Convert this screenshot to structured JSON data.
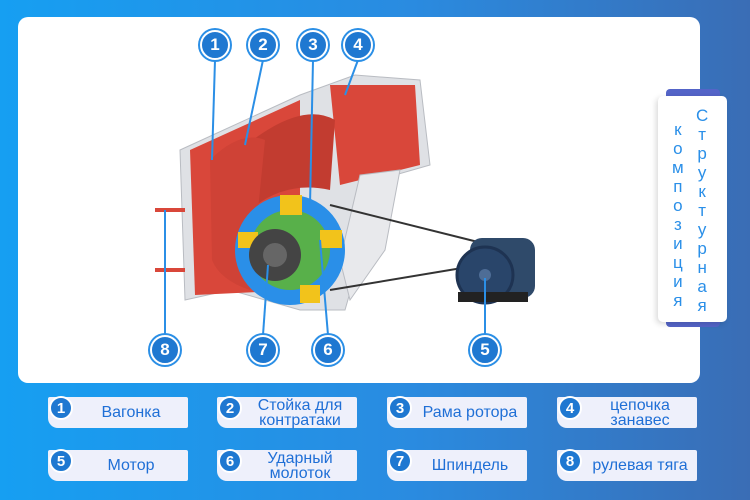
{
  "title": {
    "line1": "Структурная",
    "line2": "композиция"
  },
  "markers": [
    "1",
    "2",
    "3",
    "4",
    "5",
    "6",
    "7",
    "8"
  ],
  "legend": [
    {
      "num": "1",
      "label": "Вагонка"
    },
    {
      "num": "2",
      "label": "Стойка для контратаки"
    },
    {
      "num": "3",
      "label": "Рама ротора"
    },
    {
      "num": "4",
      "label": "цепочка занавес"
    },
    {
      "num": "5",
      "label": "Мотор"
    },
    {
      "num": "6",
      "label": "Ударный молоток"
    },
    {
      "num": "7",
      "label": "Шпиндель"
    },
    {
      "num": "8",
      "label": "рулевая тяга"
    }
  ],
  "colors": {
    "accent": "#1f78d1",
    "liner": "#d9473a",
    "rotor": "#2a8fe8",
    "frame": "#e4e6ea"
  }
}
